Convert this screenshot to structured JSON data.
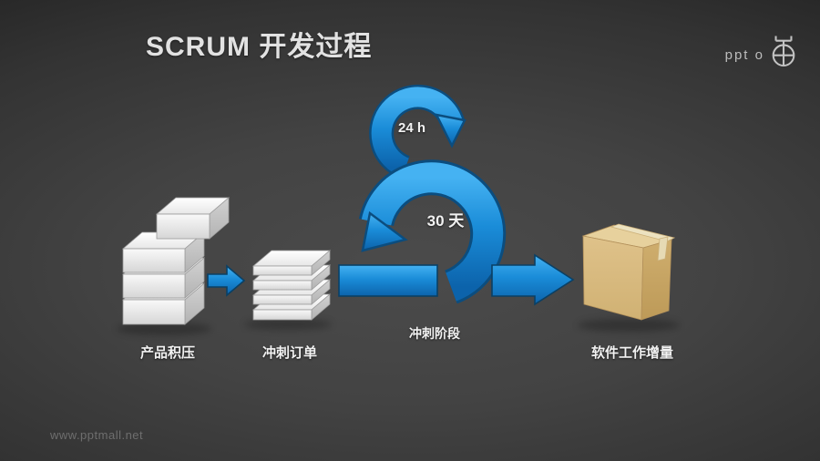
{
  "slide": {
    "title": "SCRUM 开发过程",
    "watermark": "www.pptmall.net",
    "logo": {
      "text": "ppt o",
      "icon": "crosshair-compass-icon"
    }
  },
  "diagram": {
    "type": "process-flow",
    "nodes": [
      {
        "id": "product-backlog",
        "label": "产品积压",
        "shape": "stack-of-4-boxes"
      },
      {
        "id": "sprint-backlog",
        "label": "冲刺订单",
        "shape": "stack-of-4-slabs"
      },
      {
        "id": "sprint-phase",
        "label": "冲刺阶段",
        "shape": "loop-arrow-over-horizontal-arrow"
      },
      {
        "id": "software-increment",
        "label": "软件工作增量",
        "shape": "cardboard-box"
      }
    ],
    "loops": [
      {
        "id": "daily-scrum-loop",
        "label": "24 h"
      },
      {
        "id": "sprint-loop",
        "label": "30 天"
      }
    ],
    "flow": [
      "product-backlog",
      "sprint-backlog",
      "sprint-phase",
      "software-increment"
    ],
    "colors": {
      "arrow_blue": "#1b8fdc",
      "arrow_blue_dark": "#0b4d7f",
      "white_box": "#e9e9e9",
      "carton": "#d2b478",
      "background_center": "#474747",
      "background_edge": "#1c1c1c",
      "label_text": "#f2f2f2"
    }
  }
}
